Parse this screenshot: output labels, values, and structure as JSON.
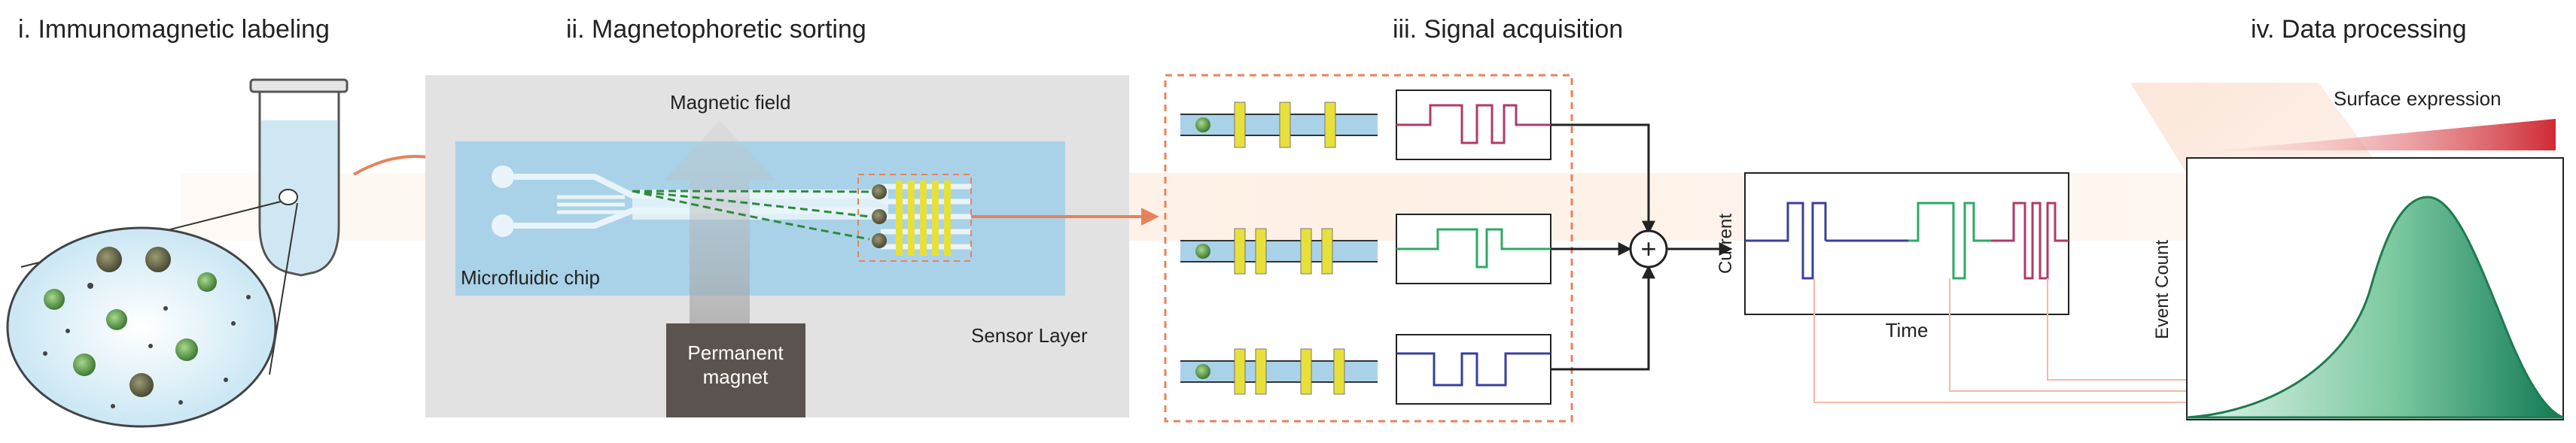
{
  "headers": {
    "step1": "i. Immunomagnetic labeling",
    "step2": "ii. Magnetophoretic sorting",
    "step3": "iii. Signal acquisition",
    "step4": "iv. Data processing"
  },
  "sorting": {
    "magnetic_field": "Magnetic field",
    "microfluidic_chip": "Microfluidic chip",
    "permanent_magnet_line1": "Permanent",
    "permanent_magnet_line2": "magnet",
    "sensor_layer": "Sensor Layer"
  },
  "acquisition": {
    "summing_symbol": "+",
    "ylabel": "Current",
    "xlabel": "Time"
  },
  "processing": {
    "surface_expression": "Surface expression",
    "ylabel": "Event Count"
  },
  "colors": {
    "pink_signal": "#b03a6a",
    "green_signal": "#2fa866",
    "blue_signal": "#3a3f9c",
    "arrow_orange": "#e8825a",
    "histogram_green": "#1f9a6a",
    "expression_red": "#d0303a",
    "chip_blue": "#a9d2e8",
    "electrode_yellow": "#e8e03a"
  }
}
